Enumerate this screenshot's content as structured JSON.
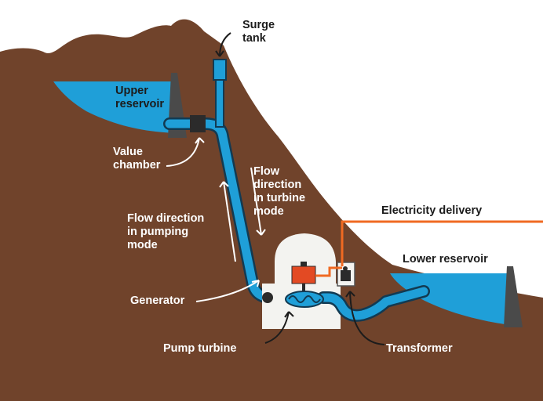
{
  "labels": {
    "surge_tank": "Surge\ntank",
    "upper_reservoir": "Upper\nreservoir",
    "valve_chamber": "Value\nchamber",
    "flow_turbine": "Flow\ndirection\nin turbine\nmode",
    "flow_pumping": "Flow direction\nin pumping\nmode",
    "electricity_delivery": "Electricity delivery",
    "lower_reservoir": "Lower reservoir",
    "generator": "Generator",
    "pump_turbine": "Pump turbine",
    "transformer": "Transformer"
  },
  "colors": {
    "ground": "#70432b",
    "water": "#1f9fd8",
    "pipe": "#1f9fd8",
    "pipe_outline": "#123a52",
    "powerhouse": "#f3f3f0",
    "generator": "#e34a23",
    "power_line": "#f06a22",
    "dam": "#4a4a4a",
    "text_light": "#ffffff",
    "text_dark": "#1c1c1c"
  },
  "icons": [
    "surge-tank-icon",
    "valve-chamber-icon",
    "generator-icon",
    "pump-turbine-icon",
    "transformer-icon",
    "upper-dam-icon",
    "lower-dam-icon"
  ]
}
